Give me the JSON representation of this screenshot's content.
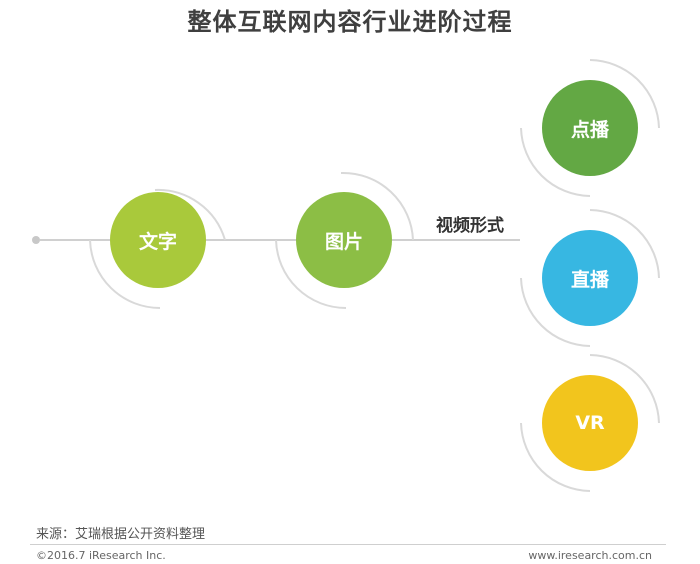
{
  "title": "整体互联网内容行业进阶过程",
  "nodes": [
    {
      "id": "text",
      "label": "文字",
      "color": "#a9c93b"
    },
    {
      "id": "image",
      "label": "图片",
      "color": "#8cbe45"
    },
    {
      "id": "vod",
      "label": "点播",
      "color": "#63a844"
    },
    {
      "id": "live",
      "label": "直播",
      "color": "#37b7e2"
    },
    {
      "id": "vr",
      "label": "VR",
      "color": "#f2c51d"
    }
  ],
  "branch_label": "视频形式",
  "colors": {
    "connector": "#d0d0d0",
    "arc": "#d9d9d9",
    "start_dot": "#c8c8c8"
  },
  "source": "来源：艾瑞根据公开资料整理",
  "copyright": "©2016.7 iResearch Inc.",
  "website": "www.iresearch.com.cn"
}
